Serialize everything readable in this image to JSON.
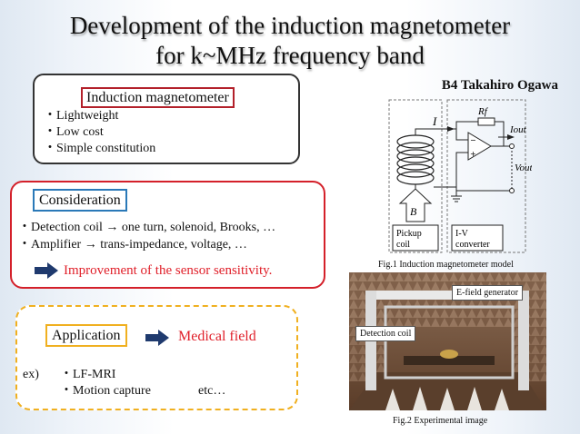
{
  "title": {
    "line1": "Development of the induction magnetometer",
    "line2": "for k~MHz frequency band"
  },
  "author": "B4 Takahiro Ogawa",
  "induction_box": {
    "header": "Induction magnetometer",
    "bullets": [
      "・Lightweight",
      "・Low cost",
      "・Simple constitution"
    ]
  },
  "consideration_box": {
    "header": "Consideration",
    "bullets": [
      "・Detection coil → one turn, solenoid, Brooks, …",
      "・Amplifier → trans-impedance, voltage, …"
    ],
    "conclusion": "Improvement of the sensor sensitivity.",
    "accent_color": "#e0202a",
    "arrow_icon": "arrow-right-icon"
  },
  "application_box": {
    "header": "Application",
    "result": "Medical field",
    "ex_label": "ex)",
    "items": [
      "・LF-MRI",
      "・Motion capture"
    ],
    "etc": "etc…"
  },
  "fig1": {
    "caption": "Fig.1 Induction magnetometer model",
    "labels": {
      "rf": "Rf",
      "i": "I",
      "iout": "Iout",
      "vout": "Vout",
      "b": "B",
      "pickup": [
        "Pickup",
        "coil"
      ],
      "converter": [
        "I-V",
        "converter"
      ]
    }
  },
  "fig2": {
    "caption": "Fig.2 Experimental image",
    "tag_generator": "E-field generator",
    "tag_coil": "Detection coil"
  }
}
